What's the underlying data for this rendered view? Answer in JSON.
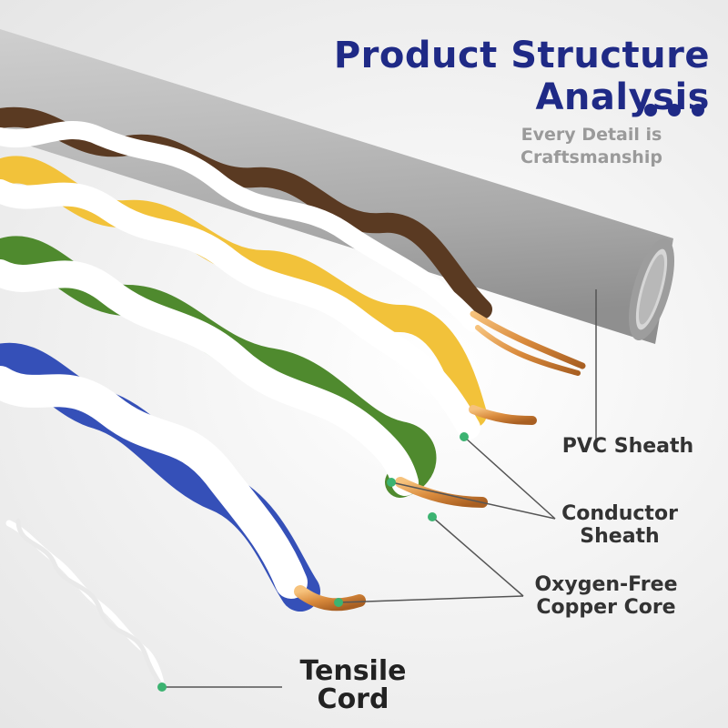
{
  "header": {
    "title": "Product Structure Analysis",
    "subtitle_line1": "Every Detail is",
    "subtitle_line2": "Craftsmanship"
  },
  "callouts": {
    "pvc_sheath": "PVC Sheath",
    "conductor_sheath_line1": "Conductor",
    "conductor_sheath_line2": "Sheath",
    "copper_core_line1": "Oxygen-Free",
    "copper_core_line2": "Copper Core",
    "tensile_cord_line1": "Tensile",
    "tensile_cord_line2": "Cord"
  },
  "colors": {
    "title": "#1f2a86",
    "sheath": "#a9a9a9",
    "brown": "#5a3a22",
    "yellow": "#f2c23a",
    "green": "#4f8a2e",
    "blue": "#3550b8",
    "copper": "#d98a3c",
    "marker": "#3cb371"
  }
}
